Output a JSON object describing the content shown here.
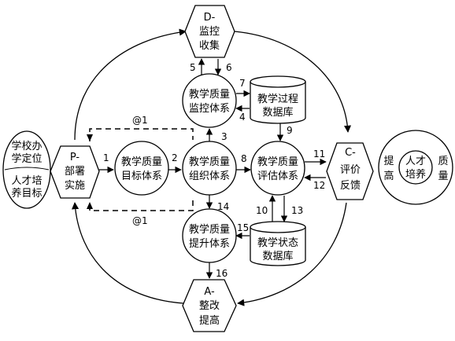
{
  "nodes": {
    "school": {
      "line1": "学校办",
      "line2": "学定位",
      "line3": "人才培",
      "line4": "养目标"
    },
    "p_hex": {
      "line1": "P-",
      "line2": "部署",
      "line3": "实施"
    },
    "d_hex": {
      "line1": "D-",
      "line2": "监控",
      "line3": "收集"
    },
    "c_hex": {
      "line1": "C-",
      "line2": "评价",
      "line3": "反馈"
    },
    "a_hex": {
      "line1": "A-",
      "line2": "整改",
      "line3": "提高"
    },
    "goal": {
      "line1": "教学质量",
      "line2": "目标体系"
    },
    "org": {
      "line1": "教学质量",
      "line2": "组织体系"
    },
    "monitor": {
      "line1": "教学质量",
      "line2": "监控体系"
    },
    "eval": {
      "line1": "教学质量",
      "line2": "评估体系"
    },
    "improve": {
      "line1": "教学质量",
      "line2": "提升体系"
    },
    "process_db": {
      "line1": "教学过程",
      "line2": "数据库"
    },
    "status_db": {
      "line1": "教学状态",
      "line2": "数据库"
    },
    "outcome": {
      "left1": "提",
      "left2": "高",
      "inner1": "人才",
      "inner2": "培养",
      "right1": "质",
      "right2": "量"
    }
  },
  "edges": {
    "e1": "1",
    "e2": "2",
    "e3": "3",
    "e4": "4",
    "e5": "5",
    "e6": "6",
    "e7": "7",
    "e8": "8",
    "e9": "9",
    "e10": "10",
    "e11": "11",
    "e12": "12",
    "e13": "13",
    "e14": "14",
    "e15": "15",
    "e16": "16",
    "loop_top": "@1",
    "loop_bottom": "@1"
  }
}
